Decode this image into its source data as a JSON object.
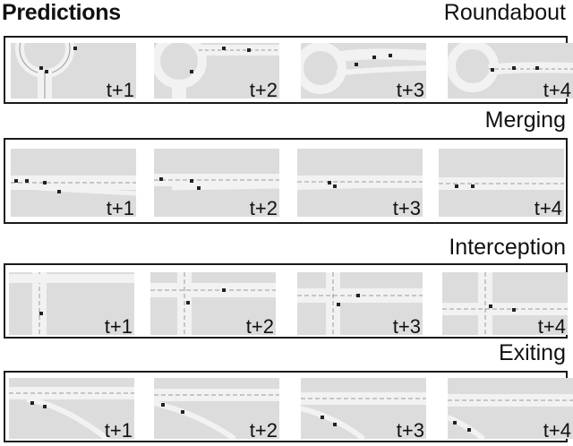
{
  "figure": {
    "title": "Predictions",
    "scenarios": [
      {
        "name": "Roundabout",
        "steps": [
          "t+1",
          "t+2",
          "t+3",
          "t+4"
        ]
      },
      {
        "name": "Merging",
        "steps": [
          "t+1",
          "t+2",
          "t+3",
          "t+4"
        ]
      },
      {
        "name": "Interception",
        "steps": [
          "t+1",
          "t+2",
          "t+3",
          "t+4"
        ]
      },
      {
        "name": "Exiting",
        "steps": [
          "t+1",
          "t+2",
          "t+3",
          "t+4"
        ]
      }
    ]
  },
  "colors": {
    "background": "#dcdcdc",
    "road": "#f2f2f2",
    "lane_line": "#9a9a9a",
    "vehicle": "#222222",
    "border": "#1a1a1a"
  }
}
